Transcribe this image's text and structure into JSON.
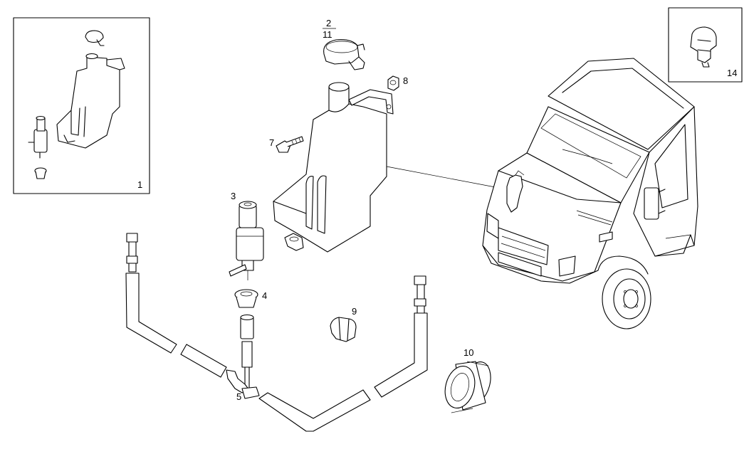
{
  "callouts": {
    "c1": "1",
    "c2": "2",
    "c11": "11",
    "c3": "3",
    "c4": "4",
    "c5": "5",
    "c7": "7",
    "c8": "8",
    "c9": "9",
    "c10": "10",
    "c14": "14"
  }
}
